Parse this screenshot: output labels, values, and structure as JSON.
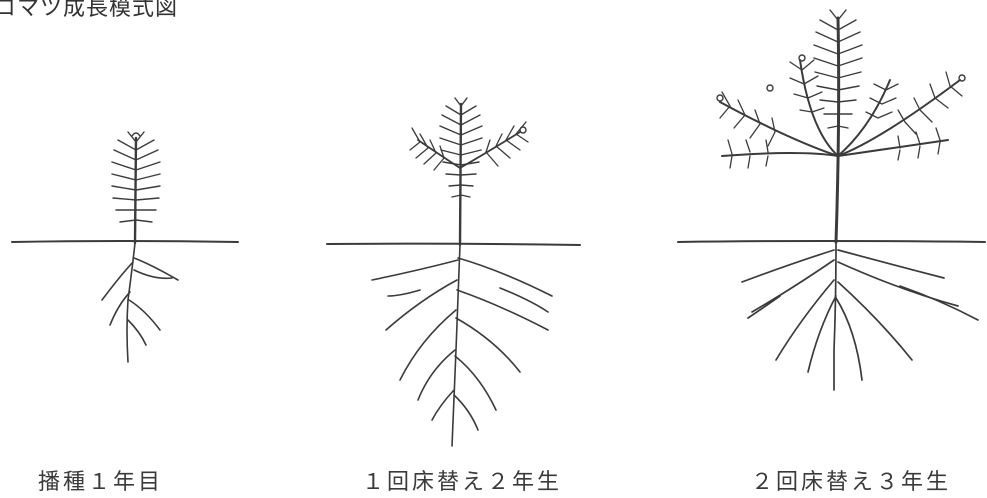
{
  "title": "コマツ成長模式図",
  "stages": [
    {
      "label": "播種１年目"
    },
    {
      "label": "１回床替え２年生"
    },
    {
      "label": "２回床替え３年生"
    }
  ],
  "colors": {
    "ink": "#3b3b3b",
    "text": "#3a3a3a"
  }
}
